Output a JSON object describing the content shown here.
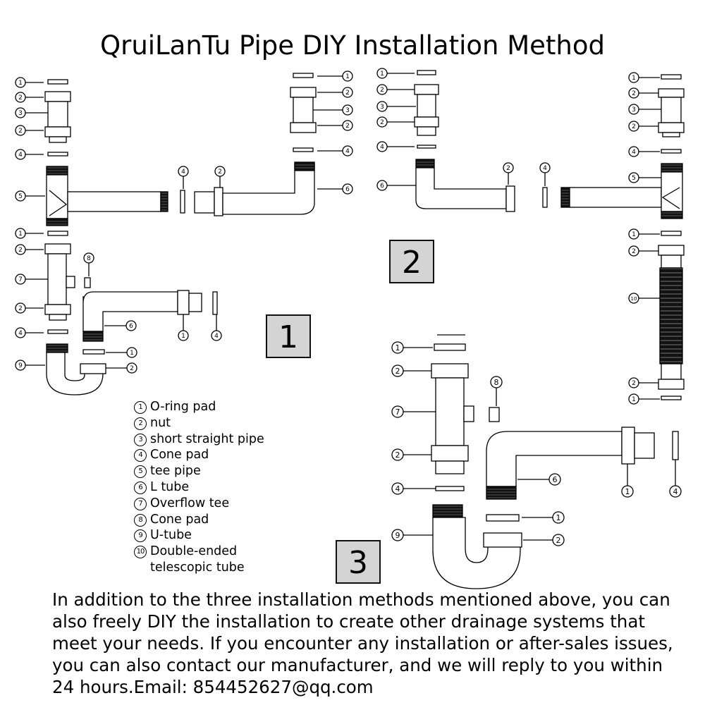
{
  "title": "QruiLanTu Pipe DIY Installation Method",
  "method_labels": [
    "1",
    "2",
    "3"
  ],
  "legend": [
    {
      "num": "1",
      "text": "O-ring pad"
    },
    {
      "num": "2",
      "text": "nut"
    },
    {
      "num": "3",
      "text": "short straight pipe"
    },
    {
      "num": "4",
      "text": "Cone pad"
    },
    {
      "num": "5",
      "text": "tee pipe"
    },
    {
      "num": "6",
      "text": "L tube"
    },
    {
      "num": "7",
      "text": "Overflow tee"
    },
    {
      "num": "8",
      "text": "Cone pad"
    },
    {
      "num": "9",
      "text": "U-tube"
    },
    {
      "num": "10",
      "text": "Double-ended\ntelescopic tube"
    }
  ],
  "note": "In addition to the three installation methods mentioned above, you can also freely DIY the installation to create other drainage systems that meet your needs. If you encounter any installation or after-sales issues, you can also contact our manufacturer, and we will reply to you within 24 hours.Email: 854452627@qq.com"
}
